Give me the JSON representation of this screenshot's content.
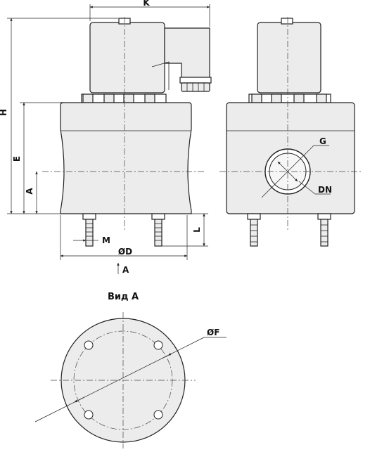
{
  "dims": {
    "k": "K",
    "h": "H",
    "e": "E",
    "a": "A",
    "m": "M",
    "d": "ØD",
    "l": "L",
    "g": "G",
    "dn": "DN",
    "f": "ØF",
    "view_arrow": "A"
  },
  "view_title": "Вид А",
  "colors": {
    "body_fill": "#ececec",
    "line": "#222222"
  }
}
